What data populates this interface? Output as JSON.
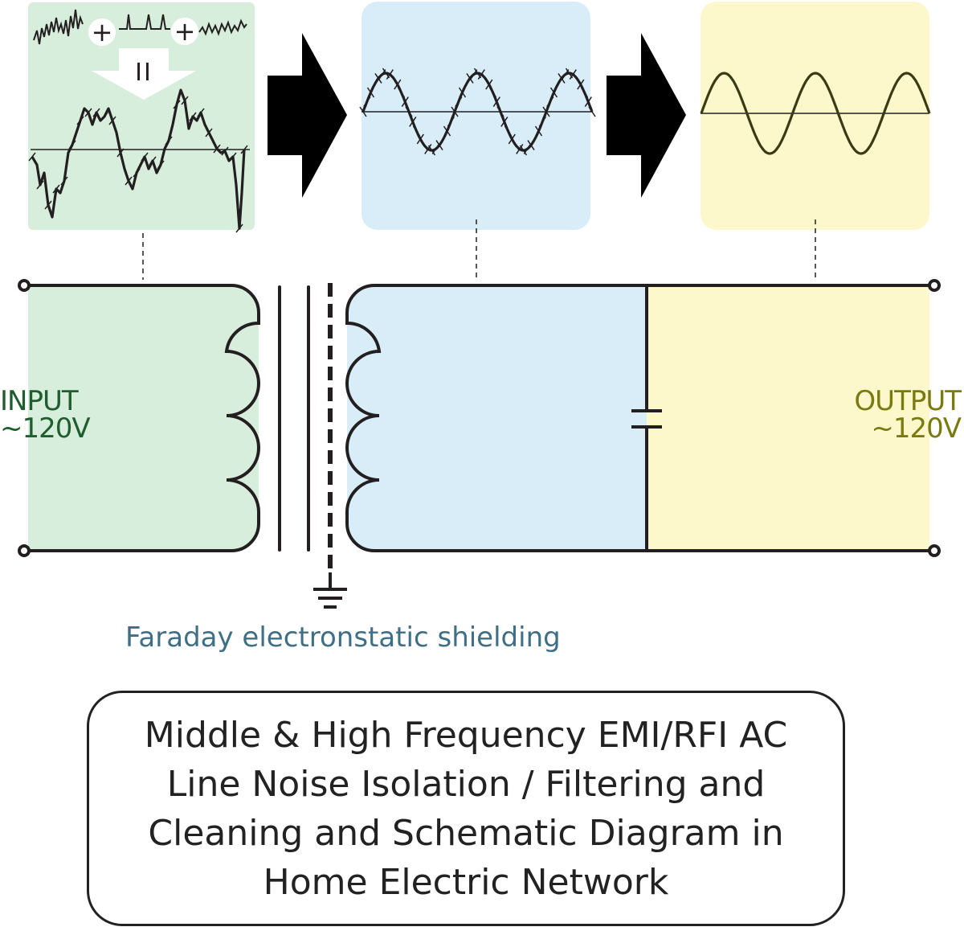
{
  "input": {
    "line1": "INPUT",
    "line2": "~120V"
  },
  "output": {
    "line1": "OUTPUT",
    "line2": "~120V"
  },
  "shielding_caption": "Faraday electronstatic shielding",
  "operator_plus": "+",
  "operator_equals": "II",
  "caption_lines": [
    "Middle & High Frequency EMI/RFI AC",
    "Line Noise Isolation / Filtering and",
    "Cleaning and Schematic Diagram in",
    "Home Electric Network"
  ],
  "colors": {
    "input_panel": "#d8eedc",
    "filtered_panel": "#d9edf8",
    "output_panel": "#fdf8cc",
    "wire": "#231f20",
    "input_text": "#1f5d2e",
    "output_text": "#7a7a10",
    "caption_text": "#3f6f86"
  }
}
